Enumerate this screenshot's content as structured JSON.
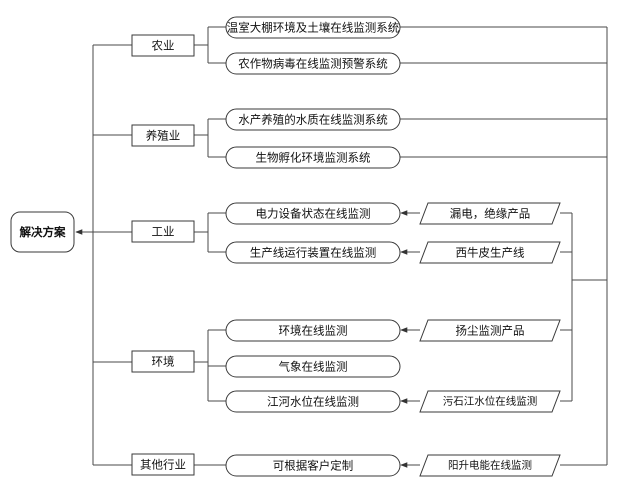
{
  "root": "解决方案",
  "categories": [
    {
      "label": "农业",
      "systems": [
        "温室大棚环境及土壤在线监测系统",
        "农作物病毒在线监测预警系统"
      ]
    },
    {
      "label": "养殖业",
      "systems": [
        "水产养殖的水质在线监测系统",
        "生物孵化环境监测系统"
      ]
    },
    {
      "label": "工业",
      "systems": [
        "电力设备状态在线监测",
        "生产线运行装置在线监测"
      ]
    },
    {
      "label": "环境",
      "systems": [
        "环境在线监测",
        "气象在线监测",
        "江河水位在线监测"
      ]
    },
    {
      "label": "其他行业",
      "systems": [
        "可根据客户定制"
      ]
    }
  ],
  "products": [
    "漏电，绝缘产品",
    "西牛皮生产线",
    "扬尘监测产品",
    "污石江水位在线监测",
    "阳升电能在线监测"
  ]
}
